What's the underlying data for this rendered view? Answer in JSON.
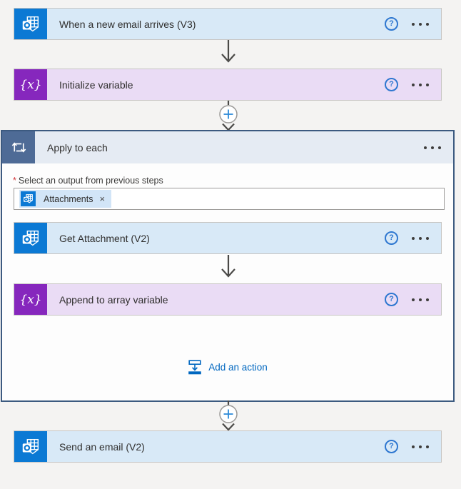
{
  "colors": {
    "outlook_blue": "#0b79d4",
    "variable_purple": "#8627bd",
    "card_blue_bg": "#d8e9f7",
    "card_purple_bg": "#eadcf5",
    "scope_border": "#3c5a80",
    "scope_header_bg": "#e5ebf3",
    "scope_icon_bg": "#4e6b96",
    "help_blue": "#2e77d0",
    "plus_blue": "#2e8ad8",
    "link_blue": "#0067c0",
    "token_bg": "#d2e5f7",
    "required_red": "#d13438"
  },
  "icons": {
    "help_glyph": "?",
    "variable_glyph": "{x}",
    "outlook": "calendar-envelope",
    "loop": "repeat-arrows",
    "add_action": "insert-step-below",
    "plus": "add-step"
  },
  "cards": {
    "trigger": {
      "title": "When a new email arrives (V3)"
    },
    "initialize_variable": {
      "title": "Initialize variable"
    },
    "get_attachment": {
      "title": "Get Attachment (V2)"
    },
    "append_to_array": {
      "title": "Append to array variable"
    },
    "send_email": {
      "title": "Send an email (V2)"
    }
  },
  "scope": {
    "title": "Apply to each",
    "required_marker": "*",
    "field_label": "Select an output from previous steps",
    "token": {
      "label": "Attachments",
      "remove_glyph": "×"
    },
    "add_action_label": "Add an action"
  }
}
